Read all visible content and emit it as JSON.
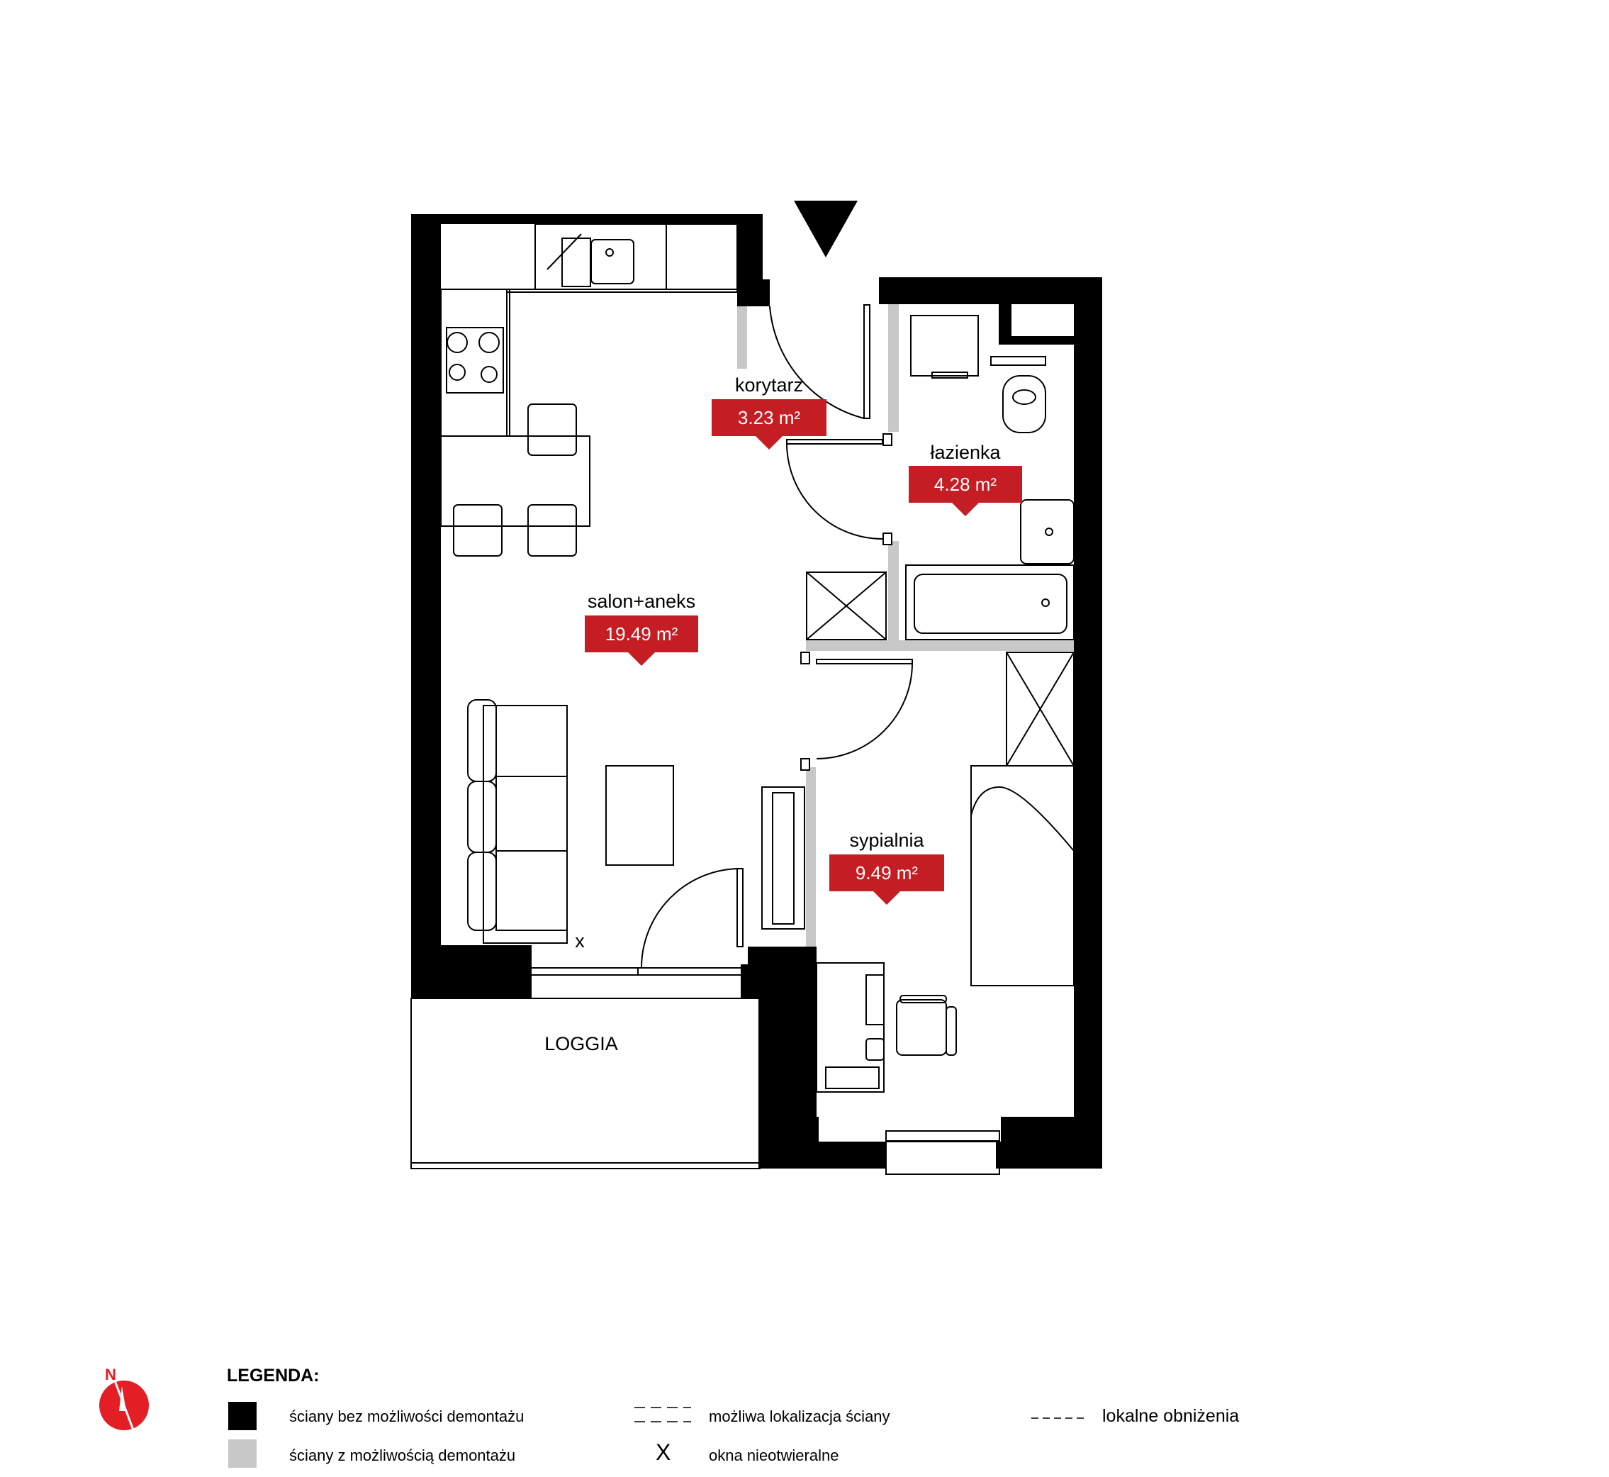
{
  "rooms": {
    "korytarz": {
      "name": "korytarz",
      "area": "3.23 m²"
    },
    "lazienka": {
      "name": "łazienka",
      "area": "4.28 m²"
    },
    "salon": {
      "name": "salon+aneks",
      "area": "19.49 m²"
    },
    "sypialnia": {
      "name": "sypialnia",
      "area": "9.49 m²"
    },
    "loggia": {
      "name": "LOGGIA"
    }
  },
  "fixed_window_mark": "x",
  "compass": {
    "label": "N"
  },
  "legend": {
    "title": "LEGENDA:",
    "items": [
      {
        "symbol": "black-square",
        "text": "ściany bez możliwości demontażu"
      },
      {
        "symbol": "grey-square",
        "text": "ściany z możliwością demontażu"
      },
      {
        "symbol": "dashed-double-line",
        "text": "możliwa lokalizacja ściany"
      },
      {
        "symbol": "x",
        "text": "okna nieotwieralne"
      },
      {
        "symbol": "dashed-line",
        "text": "lokalne obniżenia"
      }
    ]
  },
  "colors": {
    "wall_fixed": "#000000",
    "wall_removable": "#c8c8c8",
    "area_badge": "#c41d24",
    "compass": "#e31e24"
  }
}
